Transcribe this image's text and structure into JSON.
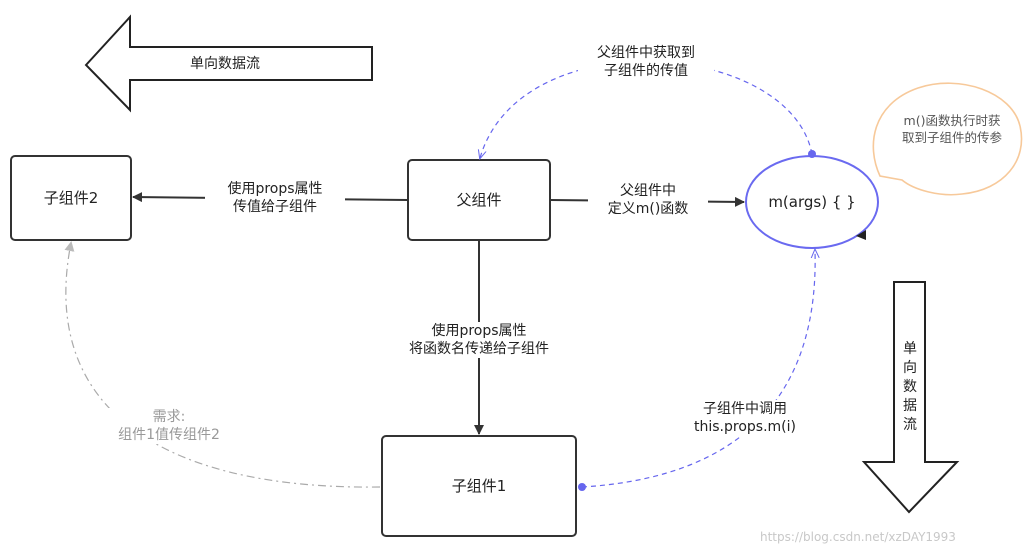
{
  "nodes": {
    "parent": "父组件",
    "child1": "子组件1",
    "child2": "子组件2",
    "method": "m(args) { }"
  },
  "arrows": {
    "top_left": "单向数据流",
    "bottom_right_chars": [
      "单",
      "向",
      "数",
      "据",
      "流"
    ]
  },
  "edges": {
    "parent_to_child2": [
      "使用props属性",
      "传值给子组件"
    ],
    "parent_to_method": [
      "父组件中",
      "定义m()函数"
    ],
    "parent_to_child1": [
      "使用props属性",
      "将函数名传递给子组件"
    ],
    "method_to_parent": [
      "父组件中获取到",
      "子组件的传值"
    ],
    "child1_to_method": [
      "子组件中调用",
      "this.props.m(i)"
    ],
    "child1_to_child2": [
      "需求:",
      "组件1值传组件2"
    ]
  },
  "callout": [
    "m()函数执行时获",
    "取到子组件的传参"
  ],
  "watermark": "https://blog.csdn.net/xzDAY1993",
  "colors": {
    "stroke": "#333333",
    "blue": "#6666ee",
    "gray": "#aaaaaa",
    "callout": "#f7c99a"
  }
}
